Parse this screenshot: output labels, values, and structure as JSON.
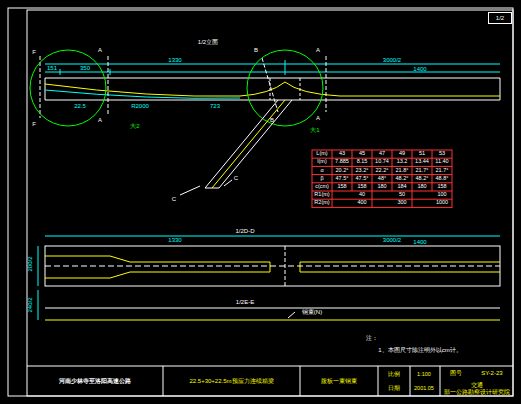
{
  "diagram": {
    "nodes": [
      {
        "text": [
          "1/2"
        ]
      },
      {
        "text": [
          "河南少林寺至洛阳高速公路"
        ]
      },
      {
        "text": [
          "22.5+30+22.5m预应力连续箱梁"
        ]
      },
      {
        "text": [
          "腹板一束钢束"
        ]
      },
      {
        "text": [
          "比例",
          "1:100",
          "日期",
          "2001.05"
        ]
      },
      {
        "text": [
          "图号",
          "SY-2-23"
        ]
      },
      {
        "text": [
          "交通",
          "部一公路勘察设计研究院"
        ]
      }
    ],
    "labels": [
      "1/2立面",
      "F",
      "F",
      "A",
      "A",
      "B",
      "B",
      "A",
      "A",
      "151",
      "350",
      "1330",
      "3000/2",
      "1400",
      "R2000",
      "723",
      "22.5",
      "大2",
      "大1",
      "C",
      "C",
      "1/2D-D",
      "1330",
      "3000/2",
      "1400",
      "200/2",
      "240/2",
      "1/2E-E",
      "钢束(N)",
      "注：",
      "1、本图尺寸除注明外以cm计。",
      "L(m)",
      "43",
      "45",
      "47",
      "49",
      "51",
      "53",
      "l(m)",
      "7.885",
      "8.15",
      "10.74",
      "13.2",
      "13.44",
      "11.40",
      "α",
      "20.2°",
      "23.2°",
      "22.2°",
      "21.8°",
      "21.7°",
      "21.7°",
      "β",
      "47.5°",
      "47.5°",
      "48°",
      "48.2°",
      "48.2°",
      "48.8°",
      "c(cm)",
      "158",
      "158",
      "180",
      "184",
      "180",
      "158",
      "R1(m)",
      "40",
      "50",
      "100",
      "R2(m)",
      "400",
      "300",
      "1000"
    ]
  }
}
